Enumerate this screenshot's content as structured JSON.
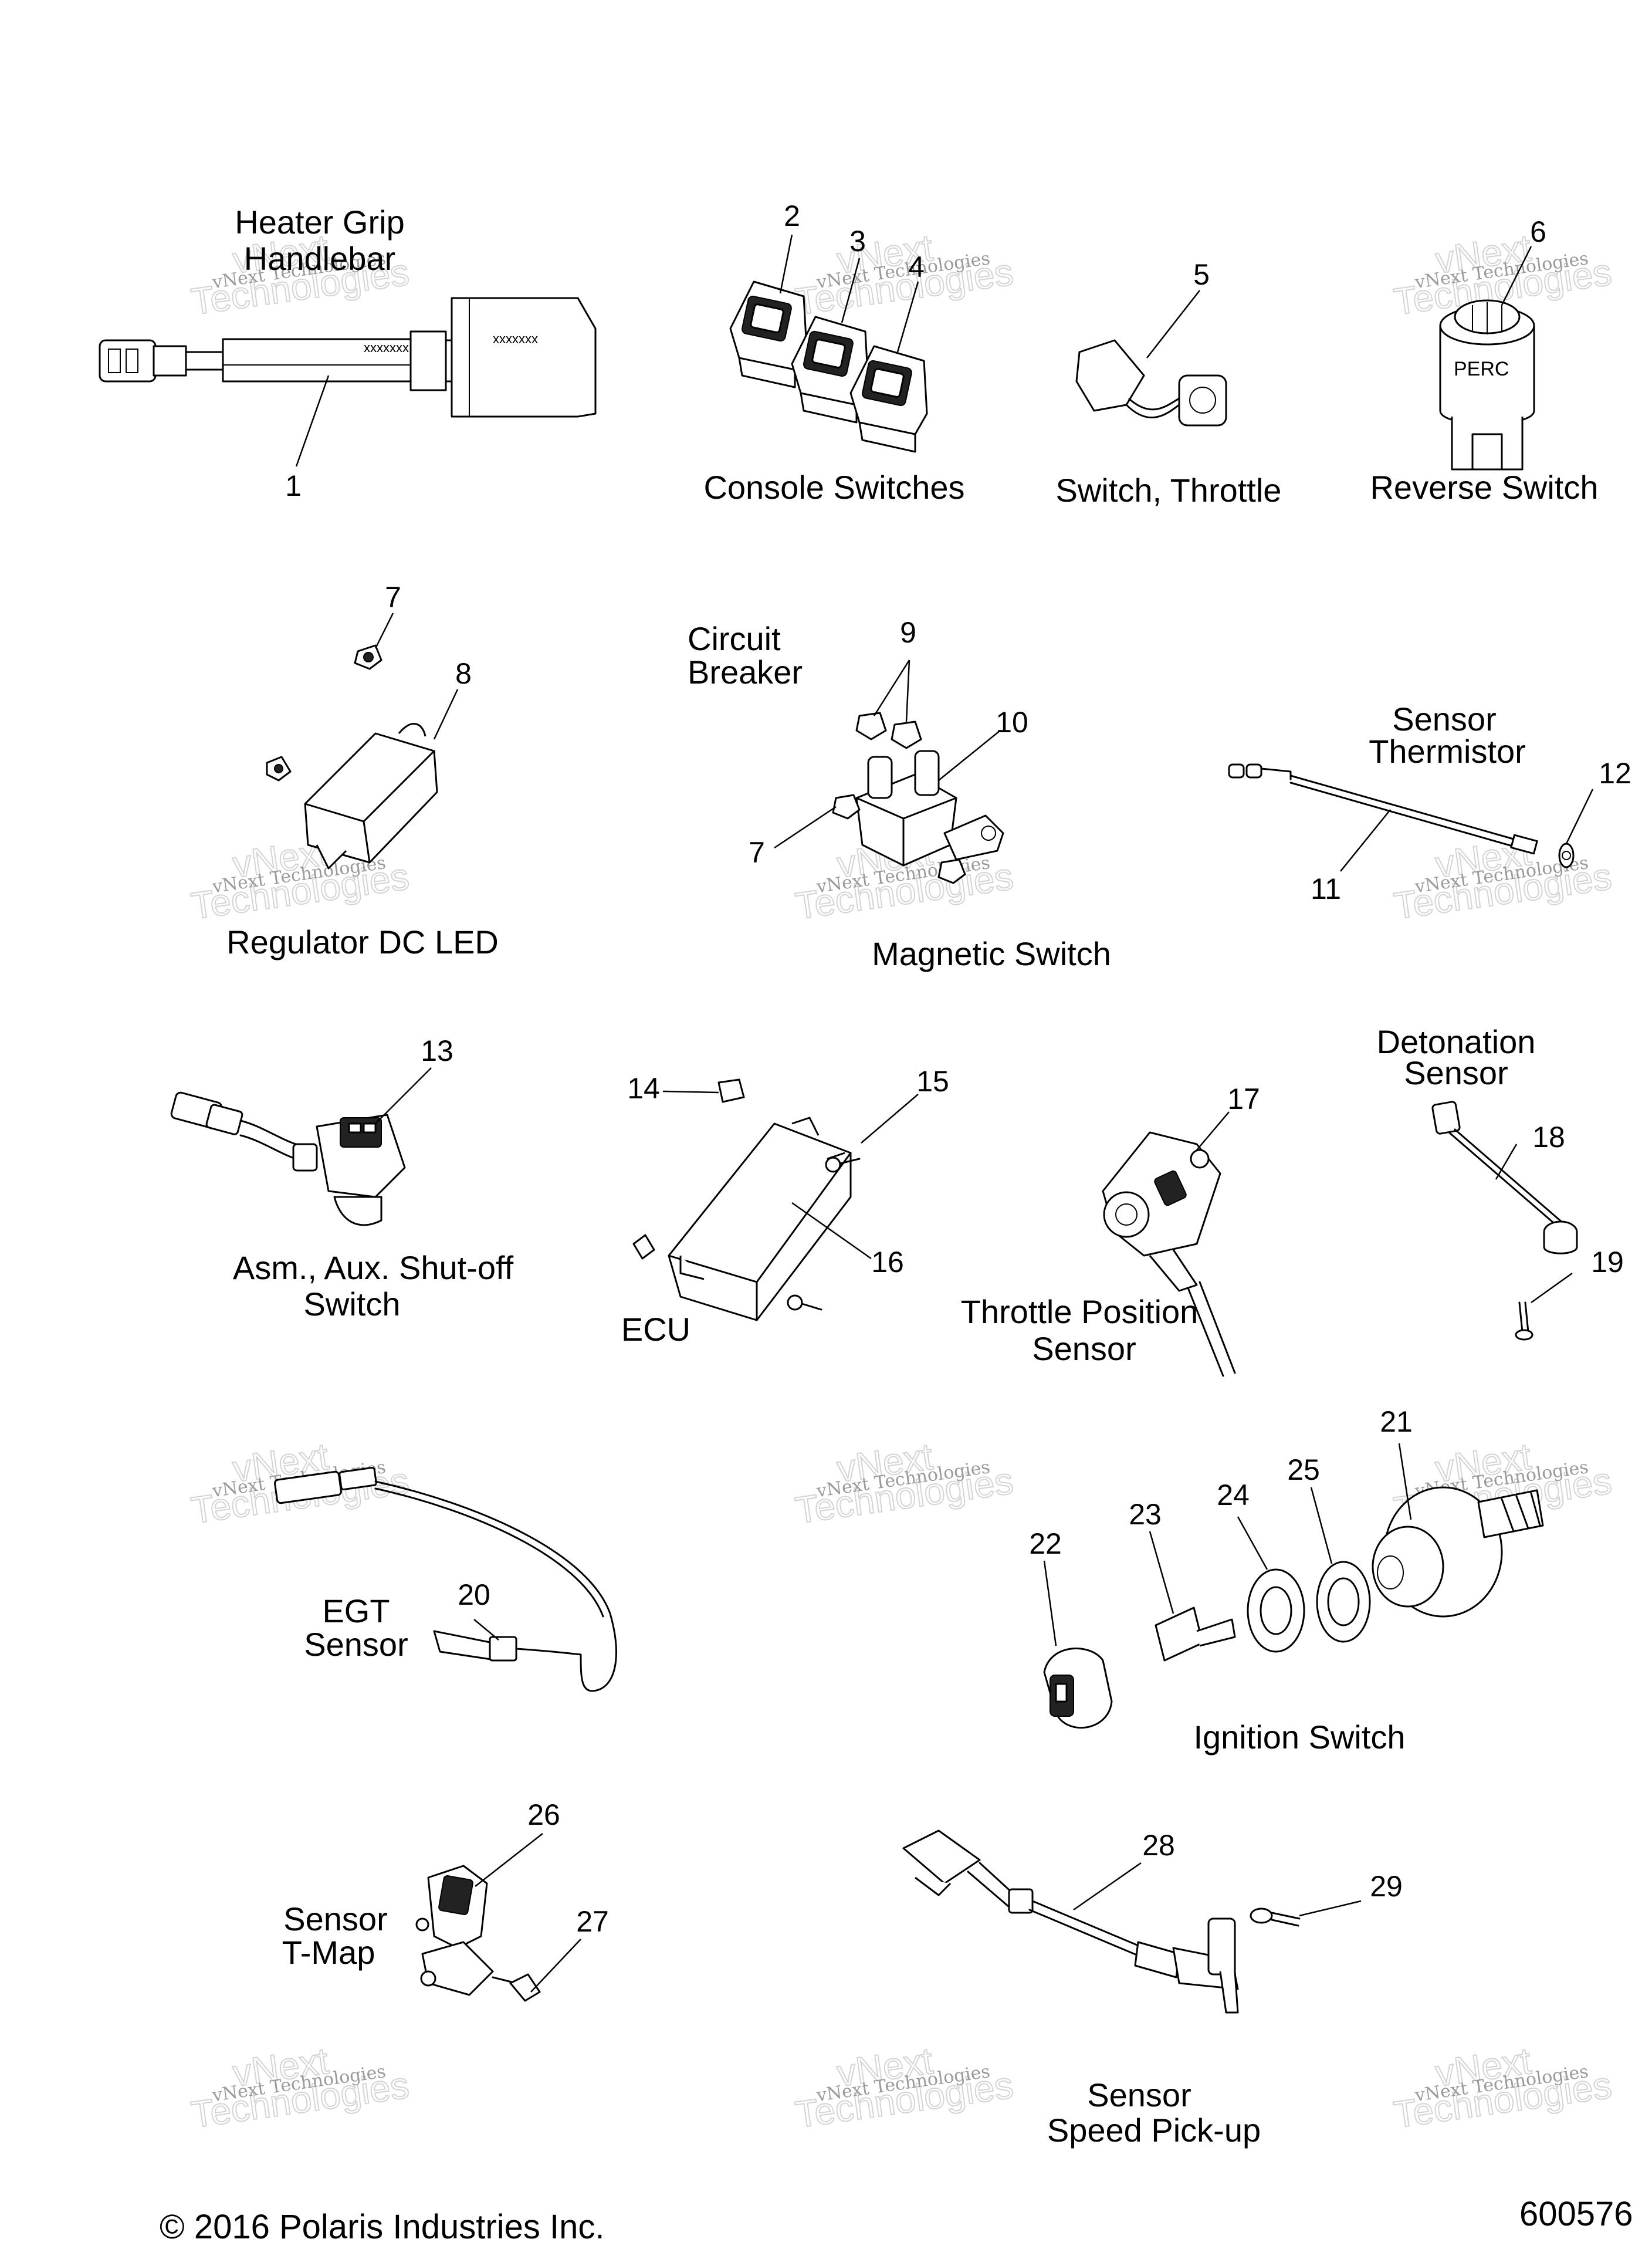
{
  "captions": {
    "heater_grip": [
      "Heater Grip",
      "Handlebar"
    ],
    "console_switches": [
      "Console Switches"
    ],
    "switch_throttle": [
      "Switch, Throttle"
    ],
    "reverse_switch": [
      "Reverse Switch"
    ],
    "regulator": [
      "Regulator DC LED"
    ],
    "circuit_breaker": [
      "Circuit",
      "Breaker"
    ],
    "magnetic_switch": [
      "Magnetic Switch"
    ],
    "sensor_thermistor": [
      "Sensor",
      "Thermistor"
    ],
    "aux_shutoff": [
      "Asm., Aux. Shut-off",
      "Switch"
    ],
    "ecu": [
      "ECU"
    ],
    "throttle_position": [
      "Throttle Position",
      "Sensor"
    ],
    "detonation": [
      "Detonation",
      "Sensor"
    ],
    "egt": [
      "EGT",
      "Sensor"
    ],
    "ignition": [
      "Ignition Switch"
    ],
    "tmap": [
      "Sensor",
      "T-Map"
    ],
    "speed_pickup": [
      "Sensor",
      "Speed Pick-up"
    ]
  },
  "callouts": [
    "1",
    "2",
    "3",
    "4",
    "5",
    "6",
    "7",
    "8",
    "9",
    "10",
    "11",
    "12",
    "13",
    "14",
    "15",
    "16",
    "17",
    "18",
    "19",
    "20",
    "21",
    "22",
    "23",
    "24",
    "25",
    "26",
    "27",
    "28",
    "29"
  ],
  "callout_7_second": "7",
  "part_marks": {
    "perc_label": "PERC",
    "harness_code": "xxxxxxx",
    "plate_code": "xxxxxxx"
  },
  "watermark": {
    "brand_line": "vNext Technologies",
    "outline_line1": "vNext",
    "outline_line2": "Technologies"
  },
  "footer": {
    "copyright": "© 2016 Polaris Industries Inc.",
    "diagram_number": "600576"
  }
}
